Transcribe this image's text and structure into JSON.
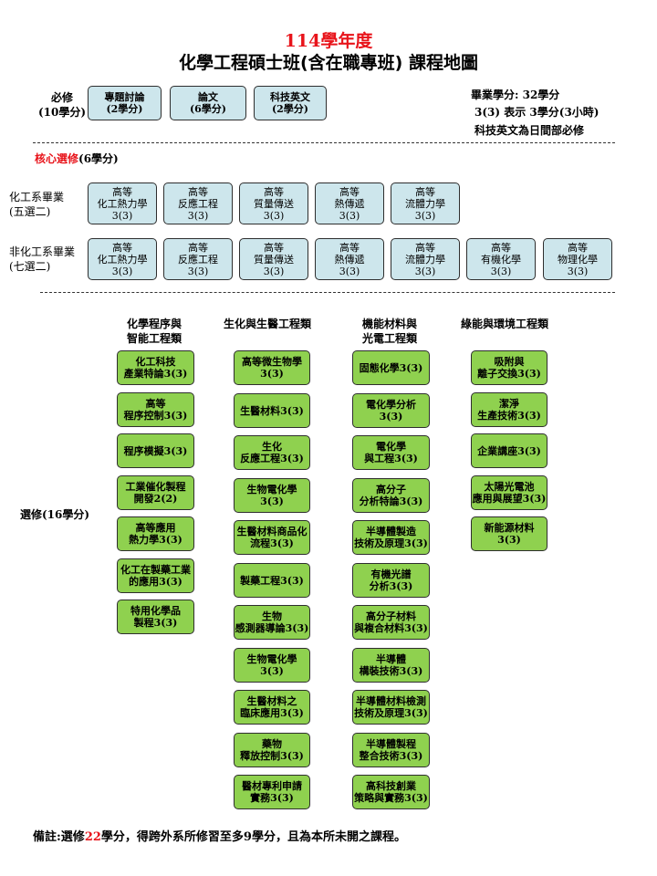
{
  "header": {
    "year": "114學年度",
    "title": "化學工程碩士班(含在職專班)   課程地圖"
  },
  "required": {
    "label": "必修\n(10學分)",
    "courses": [
      "專題討論\n(2學分)",
      "論文\n(6學分)",
      "科技英文\n(2學分)"
    ],
    "notes": [
      "畢業學分: 32學分",
      "3(3)  表示  3學分(3小時)",
      "科技英文為日間部必修"
    ]
  },
  "core": {
    "title": "核心選修",
    "credits": "(6學分)",
    "che": {
      "label": "化工系畢業\n(五選二)",
      "courses": [
        "高等\n化工熱力學\n3(3)",
        "高等\n反應工程\n3(3)",
        "高等\n質量傳送\n3(3)",
        "高等\n熱傳遞\n3(3)",
        "高等\n流體力學\n3(3)"
      ]
    },
    "non_che": {
      "label": "非化工系畢業\n(七選二)",
      "courses": [
        "高等\n化工熱力學\n3(3)",
        "高等\n反應工程\n3(3)",
        "高等\n質量傳送\n3(3)",
        "高等\n熱傳遞\n3(3)",
        "高等\n流體力學\n3(3)",
        "高等\n有機化學\n3(3)",
        "高等\n物理化學\n3(3)"
      ]
    }
  },
  "electives": {
    "label": "選修(16學分)",
    "categories": [
      {
        "name": "化學程序與\n智能工程類",
        "courses": [
          "化工科技\n產業特論3(3)",
          "高等\n程序控制3(3)",
          "程序模擬3(3)",
          "工業催化製程\n開發2(2)",
          "高等應用\n熱力學3(3)",
          "化工在製藥工業\n的應用3(3)",
          "特用化學品\n製程3(3)"
        ]
      },
      {
        "name": "生化與生醫工程類",
        "courses": [
          "高等微生物學\n3(3)",
          "生醫材料3(3)",
          "生化\n反應工程3(3)",
          "生物電化學\n3(3)",
          "生醫材料商品化\n流程3(3)",
          "製藥工程3(3)",
          "生物\n感測器導論3(3)",
          "生物電化學\n3(3)",
          "生醫材料之\n臨床應用3(3)",
          "藥物\n釋放控制3(3)",
          "醫材專利申請\n實務3(3)"
        ]
      },
      {
        "name": "機能材料與\n光電工程類",
        "courses": [
          "固態化學3(3)",
          "電化學分析\n3(3)",
          "電化學\n與工程3(3)",
          "高分子\n分析特論3(3)",
          "半導體製造\n技術及原理3(3)",
          "有機光譜\n分析3(3)",
          "高分子材料\n與複合材料3(3)",
          "半導體\n構裝技術3(3)",
          "半導體材料檢測\n技術及原理3(3)",
          "半導體製程\n整合技術3(3)",
          "高科技創業\n策略與實務3(3)"
        ]
      },
      {
        "name": "綠能與環境工程類",
        "courses": [
          "吸附與\n離子交換3(3)",
          "潔淨\n生產技術3(3)",
          "企業講座3(3)",
          "太陽光電池\n應用與展望3(3)",
          "新能源材料\n3(3)"
        ]
      }
    ]
  },
  "footer": {
    "prefix": "備註:選修",
    "highlight": "22",
    "suffix": "學分，得跨外系所修習至多9學分，且為本所未開之課程。"
  },
  "colors": {
    "red": "#e8141b",
    "required_fill": "#cde6ec",
    "elective_fill": "#8fd14f"
  }
}
